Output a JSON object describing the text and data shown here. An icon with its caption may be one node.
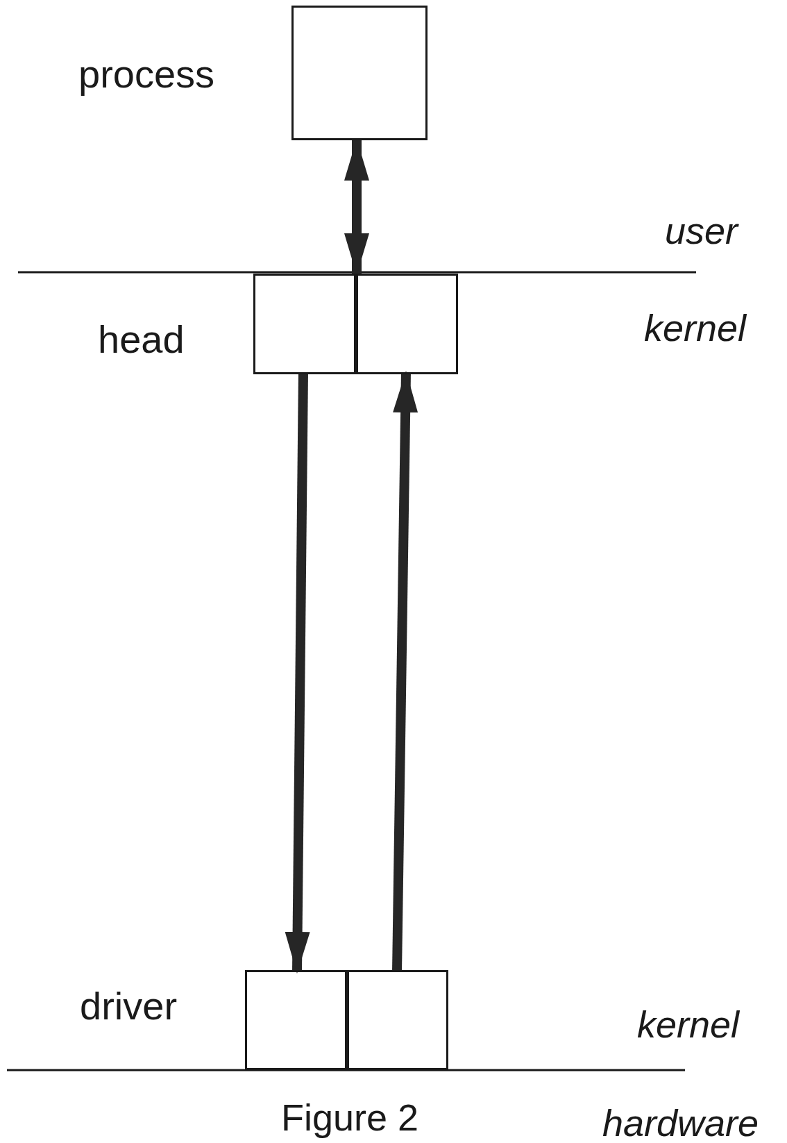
{
  "diagram": {
    "nodes": [
      {
        "text": [
          "process"
        ]
      },
      {
        "text": [
          "head"
        ]
      },
      {
        "text": [],
        "shape": "box",
        "in": 1
      },
      {
        "text": [],
        "shape": "box",
        "in": 1
      },
      {
        "text": [
          "driver"
        ]
      },
      {
        "text": [],
        "shape": "box",
        "in": 4
      },
      {
        "text": [],
        "shape": "box",
        "in": 4
      }
    ],
    "edges": [
      {
        "from": 0,
        "to": 1,
        "arrow": "both"
      },
      {
        "from": 2,
        "to": 5,
        "arrow": "to"
      },
      {
        "from": 6,
        "to": 3,
        "arrow": "to"
      }
    ],
    "labels": [
      "user",
      "kernel",
      "kernel",
      "hardware",
      "Figure 2"
    ]
  }
}
